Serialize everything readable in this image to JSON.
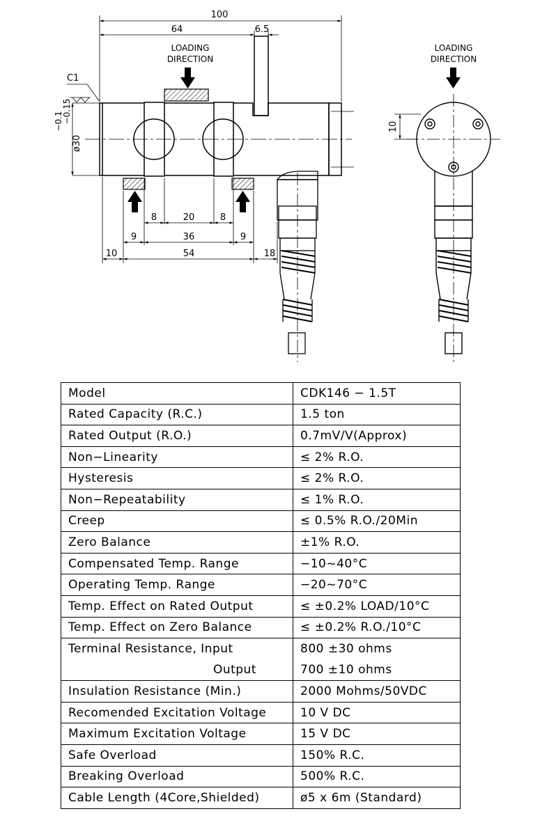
{
  "drawing": {
    "dimensions": {
      "overall_length": "100",
      "to_cable": "64",
      "slot_width": "6.5",
      "diameter": "ø30",
      "diameter_tol_upper": "−0.1",
      "diameter_tol_lower": "−0.15",
      "chamfer": "C1",
      "gap_left": "8",
      "center": "20",
      "gap_right": "8",
      "pad_left": "9",
      "pad_span": "36",
      "pad_right": "9",
      "end_offset": "10",
      "support_span": "54",
      "cable_offset": "18",
      "side_height": "10"
    },
    "labels": {
      "loading_line1": "LOADING",
      "loading_line2": "DIRECTION"
    }
  },
  "specs": [
    {
      "param": "Model",
      "value": "CDK146  −  1.5T"
    },
    {
      "param": "Rated  Capacity  (R.C.)",
      "value": "1.5  ton"
    },
    {
      "param": "Rated  Output  (R.O.)",
      "value": "0.7mV/V(Approx)"
    },
    {
      "param": "Non−Linearity",
      "value": "≤ 2%  R.O."
    },
    {
      "param": "Hysteresis",
      "value": "≤ 2%  R.O."
    },
    {
      "param": "Non−Repeatability",
      "value": "≤ 1%  R.O."
    },
    {
      "param": "Creep",
      "value": "≤ 0.5%  R.O./20Min"
    },
    {
      "param": "Zero  Balance",
      "value": "±1%  R.O."
    },
    {
      "param": "Compensated  Temp.  Range",
      "value": "−10~40°C"
    },
    {
      "param": "Operating  Temp.  Range",
      "value": "−20~70°C"
    },
    {
      "param": "Temp.  Effect  on  Rated  Output",
      "value": "≤ ±0.2%  LOAD/10°C"
    },
    {
      "param": "Temp.  Effect  on  Zero  Balance",
      "value": "≤ ±0.2%  R.O./10°C"
    },
    {
      "param": "Terminal  Resistance,  Input",
      "param2": "Output",
      "value": "800  ±30  ohms",
      "value2": "700  ±10  ohms"
    },
    {
      "param": "Insulation  Resistance  (Min.)",
      "value": "2000  Mohms/50VDC"
    },
    {
      "param": "Recomended  Excitation  Voltage",
      "value": "10  V  DC"
    },
    {
      "param": "Maximum  Excitation  Voltage",
      "value": "15  V  DC"
    },
    {
      "param": "Safe  Overload",
      "value": "150%  R.C."
    },
    {
      "param": "Breaking  Overload",
      "value": "500%  R.C."
    },
    {
      "param": "Cable  Length   (4Core,Shielded)",
      "value": "ø5  x  6m  (Standard)"
    }
  ]
}
